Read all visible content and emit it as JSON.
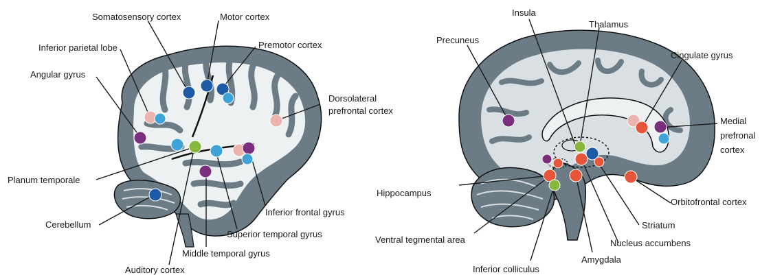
{
  "colors": {
    "cortex_dark": "#6b7c86",
    "cortex_light": "#d9dfe2",
    "white_matter": "#eef1f2",
    "outline": "#111111",
    "dot_dark_blue": "#1f5aa6",
    "dot_light_blue": "#3ea3d6",
    "dot_pink": "#ecb3ad",
    "dot_purple": "#7a2e7e",
    "dot_green": "#86b83e",
    "dot_red": "#e7563a"
  },
  "lateral_view": {
    "labels": {
      "somatosensory": "Somatosensory cortex",
      "motor": "Motor cortex",
      "premotor": "Premotor cortex",
      "inferior_parietal": "Inferior parietal lobe",
      "angular": "Angular gyrus",
      "dorsolateral_1": "Dorsolateral",
      "dorsolateral_2": "prefrontal cortex",
      "planum": "Planum temporale",
      "cerebellum": "Cerebellum",
      "inferior_frontal": "Inferior frontal gyrus",
      "superior_temporal": "Superior temporal gyrus",
      "middle_temporal": "Middle temporal gyrus",
      "auditory": "Auditory cortex"
    },
    "icons": {
      "cerebrum": "lateral-brain-icon",
      "cerebellum": "cerebellum-icon"
    }
  },
  "medial_view": {
    "labels": {
      "insula": "Insula",
      "thalamus": "Thalamus",
      "precuneus": "Precuneus",
      "cingulate": "Cingulate gyrus",
      "medial_1": "Medial",
      "medial_2": "prefronal",
      "medial_3": "cortex",
      "hippocampus": "Hippocampus",
      "orbitofrontal": "Orbitofrontal cortex",
      "striatum": "Striatum",
      "nucleus_accumbens": "Nucleus accumbens",
      "ventral_tegmental": "Ventral tegmental area",
      "amygdala": "Amygdala",
      "inferior_colliculus": "Inferior colliculus"
    },
    "icons": {
      "cerebrum": "medial-brain-icon",
      "brainstem": "brainstem-icon"
    }
  }
}
